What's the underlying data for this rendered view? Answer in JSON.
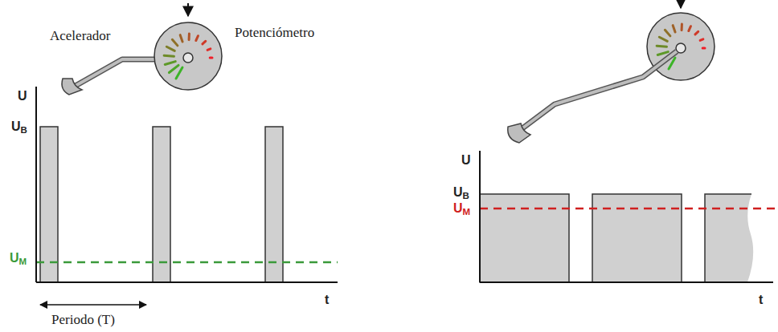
{
  "diagram": {
    "labels": [
      "Acelerador",
      "Potenciómetro",
      "U",
      "UB",
      "UM",
      "t",
      "Periodo (T)",
      "U",
      "UB",
      "UM",
      "t"
    ]
  }
}
